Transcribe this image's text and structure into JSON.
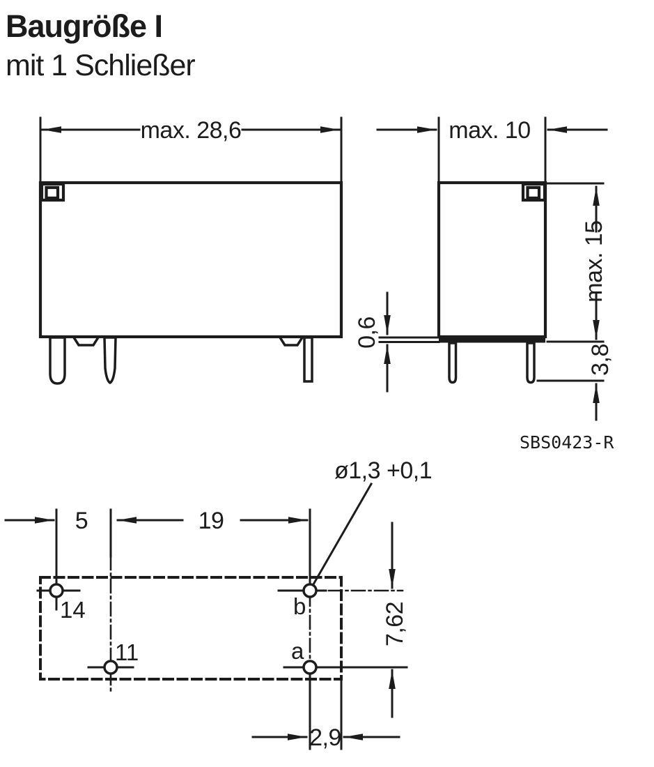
{
  "header": {
    "title": "Baugröße I",
    "subtitle": "mit 1 Schließer"
  },
  "views": {
    "front": {
      "width_dim": "max. 28,6"
    },
    "side": {
      "depth_dim": "max. 10",
      "height_dim": "max. 15",
      "standoff_dim": "0,6",
      "pin_protrusion_dim": "3,8"
    },
    "bottom": {
      "hole_diameter_dim": "ø1,3 +0,1",
      "pitch_14_to_11": "5",
      "pitch_11_to_ab": "19",
      "pitch_b_to_a": "7,62",
      "offset_a_to_edge": "2,9",
      "pins": {
        "p14": "14",
        "p11": "11",
        "pb": "b",
        "pa": "a"
      }
    }
  },
  "drawing_ref": "SBS0423-R",
  "colors": {
    "ink": "#1c1c1c",
    "paper": "#ffffff"
  }
}
